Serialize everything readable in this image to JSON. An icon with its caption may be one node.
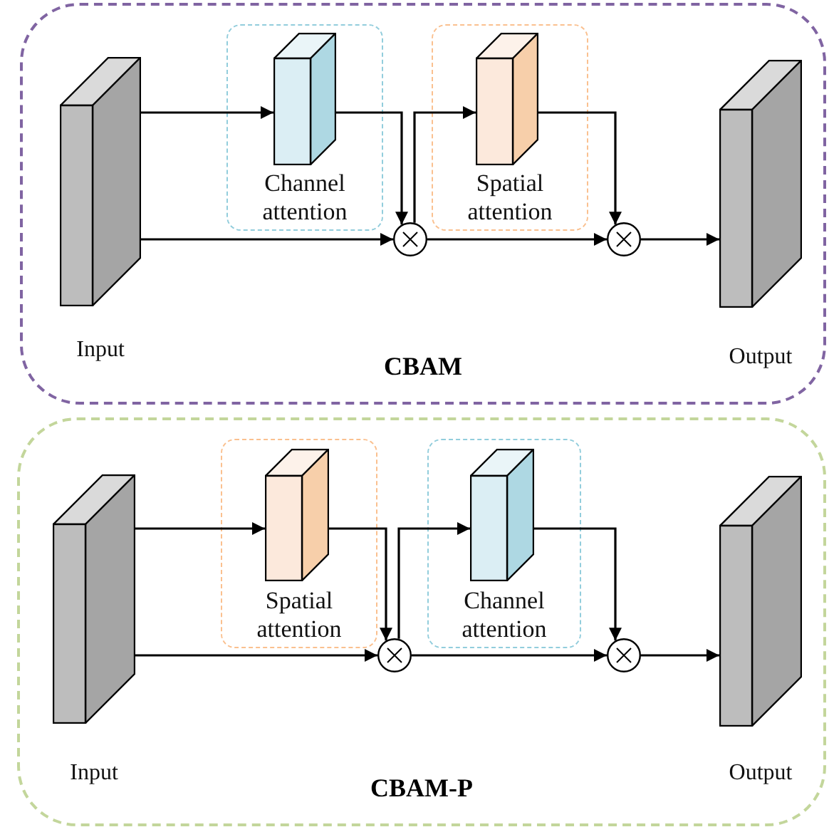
{
  "diagram": {
    "nodes": [
      {
        "text": [
          "CBAM"
        ]
      },
      {
        "text": [
          "Input"
        ],
        "in": 0
      },
      {
        "text": [
          "Channel attention"
        ],
        "in": 0
      },
      {
        "text": [],
        "shape": "box",
        "in": 2
      },
      {
        "text": [],
        "shape": "circle",
        "in": 0
      },
      {
        "text": [
          "Spatial attention"
        ],
        "in": 0
      },
      {
        "text": [],
        "shape": "box",
        "in": 5
      },
      {
        "text": [],
        "shape": "circle",
        "in": 0
      },
      {
        "text": [
          "Output"
        ],
        "in": 0
      },
      {
        "text": [
          "CBAM-P"
        ]
      },
      {
        "text": [
          "Input"
        ],
        "in": 9
      },
      {
        "text": [
          "Spatial attention"
        ],
        "in": 9
      },
      {
        "text": [],
        "shape": "box",
        "in": 11
      },
      {
        "text": [],
        "shape": "circle",
        "in": 9
      },
      {
        "text": [
          "Channel attention"
        ],
        "in": 9
      },
      {
        "text": [],
        "shape": "box",
        "in": 14
      },
      {
        "text": [],
        "shape": "circle",
        "in": 9
      },
      {
        "text": [
          "Output"
        ],
        "in": 9
      }
    ],
    "edges": [
      {
        "from": 1,
        "to": 3,
        "arrow": "to"
      },
      {
        "from": 3,
        "to": 4,
        "arrow": "to"
      },
      {
        "from": 1,
        "to": 4,
        "arrow": "to"
      },
      {
        "from": 4,
        "to": 6,
        "arrow": "to"
      },
      {
        "from": 4,
        "to": 7,
        "arrow": "to"
      },
      {
        "from": 6,
        "to": 7,
        "arrow": "to"
      },
      {
        "from": 7,
        "to": 8,
        "arrow": "to"
      },
      {
        "from": 10,
        "to": 12,
        "arrow": "to"
      },
      {
        "from": 12,
        "to": 13,
        "arrow": "to"
      },
      {
        "from": 10,
        "to": 13,
        "arrow": "to"
      },
      {
        "from": 13,
        "to": 15,
        "arrow": "to"
      },
      {
        "from": 13,
        "to": 16,
        "arrow": "to"
      },
      {
        "from": 15,
        "to": 16,
        "arrow": "to"
      },
      {
        "from": 16,
        "to": 17,
        "arrow": "to"
      }
    ]
  }
}
